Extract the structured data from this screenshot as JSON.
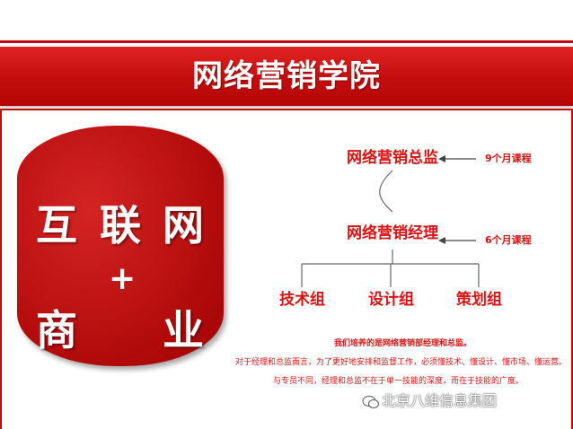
{
  "banner": {
    "title": "网络营销学院"
  },
  "left_panel": {
    "chars": [
      "互",
      "联",
      "网",
      "+",
      "商",
      "业"
    ]
  },
  "org": {
    "director": "网络营销总监",
    "director_note": "9个月课程",
    "manager": "网络营销经理",
    "manager_note": "6个月课程",
    "groups": [
      "技术组",
      "设计组",
      "策划组"
    ]
  },
  "description": [
    "我们培养的是网络营销部经理和总监。",
    "对于经理和总监而言，为了更好地安排和监督工作，必须懂技术、懂设计、懂市场、懂运营。",
    "与专员不同，经理和总监不在于单一技能的深度，而在于技能的广度。"
  ],
  "watermark": "北京八维信息集团",
  "colors": {
    "brand_red": "#c40a0a",
    "text_red": "#d81414"
  }
}
